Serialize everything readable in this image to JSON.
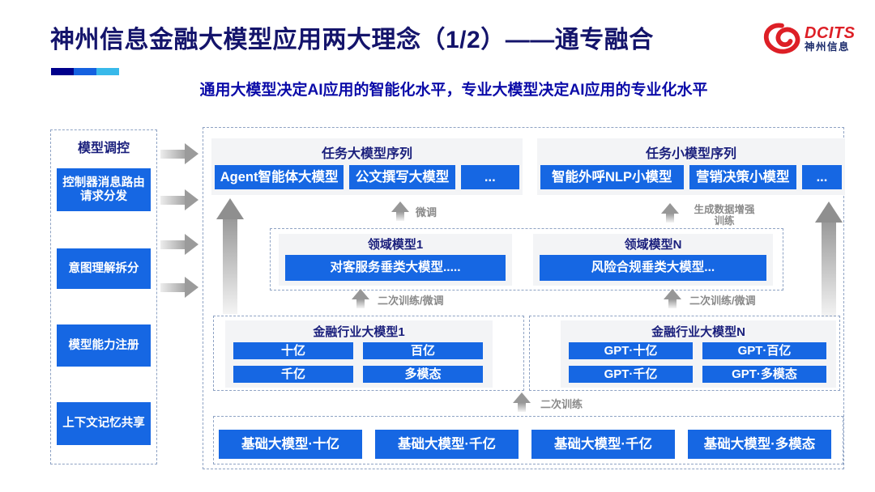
{
  "header": {
    "title": "神州信息金融大模型应用两大理念（1/2）——通专融合",
    "subtitle": "通用大模型决定AI应用的智能化水平，专业大模型决定AI应用的专业化水平",
    "logo_text": "DCITS",
    "logo_subtext": "神州信息"
  },
  "sidebar": {
    "title": "模型调控",
    "items": [
      "控制器消息路由请求分发",
      "意图理解拆分",
      "模型能力注册",
      "上下文记忆共享"
    ]
  },
  "arrows": {
    "finetune": "微调",
    "gen_data_line1": "生成数据增强",
    "gen_data_line2": "训练",
    "retrain_finetune_left": "二次训练/微调",
    "retrain_finetune_right": "二次训练/微调",
    "retrain": "二次训练"
  },
  "sections": {
    "task_large": {
      "title": "任务大模型序列",
      "boxes": [
        "Agent智能体大模型",
        "公文撰写大模型",
        "..."
      ]
    },
    "task_small": {
      "title": "任务小模型序列",
      "boxes": [
        "智能外呼NLP小模型",
        "营销决策小模型",
        "..."
      ]
    },
    "domain_1": {
      "title": "领域模型1",
      "box": "对客服务垂类大模型....."
    },
    "domain_n": {
      "title": "领域模型N",
      "box": "风险合规垂类大模型..."
    },
    "industry_1": {
      "title": "金融行业大模型1",
      "boxes": [
        "十亿",
        "百亿",
        "千亿",
        "多模态"
      ]
    },
    "industry_n": {
      "title": "金融行业大模型N",
      "boxes": [
        "GPT·十亿",
        "GPT·百亿",
        "GPT·千亿",
        "GPT·多模态"
      ]
    },
    "base": {
      "boxes": [
        "基础大模型·十亿",
        "基础大模型·千亿",
        "基础大模型·千亿",
        "基础大模型·多模态"
      ]
    }
  },
  "colors": {
    "accent_blue": "#1667E3",
    "title_navy": "#14146B",
    "section_navy": "#1A1F7C",
    "subtitle_blue": "#0B0BA8",
    "brand_red": "#DD1F26",
    "bar_dark": "#00008B",
    "bar_mid": "#1561E0",
    "bar_light": "#38B9EA",
    "panel_gray": "#F3F4F6",
    "label_gray": "#8A8A8A",
    "dash": "#8FA3C4"
  }
}
